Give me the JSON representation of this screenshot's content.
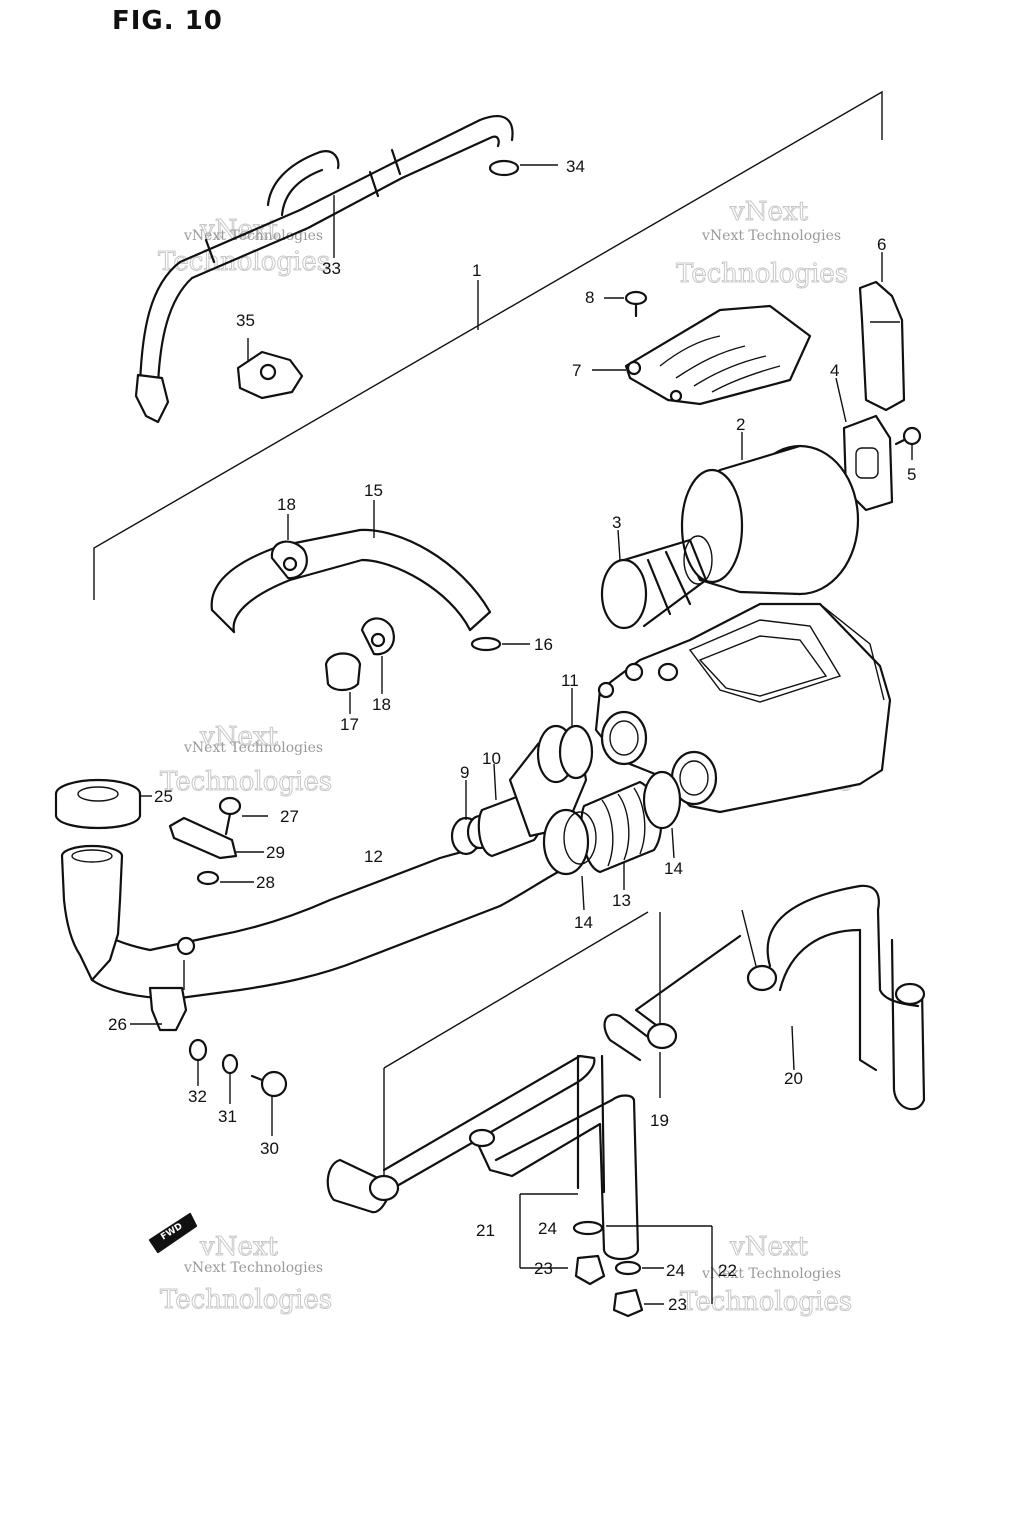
{
  "figure": {
    "title": "FIG. 10"
  },
  "watermark": {
    "line1": "vNext Technologies",
    "line2": "Technologies",
    "line3": "vNext"
  },
  "fwd_mark": "FWD",
  "callouts": [
    {
      "id": "c1",
      "label": "1"
    },
    {
      "id": "c2",
      "label": "2"
    },
    {
      "id": "c3",
      "label": "3"
    },
    {
      "id": "c4",
      "label": "4"
    },
    {
      "id": "c5",
      "label": "5"
    },
    {
      "id": "c6",
      "label": "6"
    },
    {
      "id": "c7",
      "label": "7"
    },
    {
      "id": "c8",
      "label": "8"
    },
    {
      "id": "c9",
      "label": "9"
    },
    {
      "id": "c10",
      "label": "10"
    },
    {
      "id": "c11",
      "label": "11"
    },
    {
      "id": "c12",
      "label": "12"
    },
    {
      "id": "c13",
      "label": "13"
    },
    {
      "id": "c14a",
      "label": "14"
    },
    {
      "id": "c14b",
      "label": "14"
    },
    {
      "id": "c15",
      "label": "15"
    },
    {
      "id": "c16",
      "label": "16"
    },
    {
      "id": "c17",
      "label": "17"
    },
    {
      "id": "c18a",
      "label": "18"
    },
    {
      "id": "c18b",
      "label": "18"
    },
    {
      "id": "c19",
      "label": "19"
    },
    {
      "id": "c20",
      "label": "20"
    },
    {
      "id": "c21",
      "label": "21"
    },
    {
      "id": "c22",
      "label": "22"
    },
    {
      "id": "c23a",
      "label": "23"
    },
    {
      "id": "c23b",
      "label": "23"
    },
    {
      "id": "c24a",
      "label": "24"
    },
    {
      "id": "c24b",
      "label": "24"
    },
    {
      "id": "c25",
      "label": "25"
    },
    {
      "id": "c26",
      "label": "26"
    },
    {
      "id": "c27",
      "label": "27"
    },
    {
      "id": "c28",
      "label": "28"
    },
    {
      "id": "c29",
      "label": "29"
    },
    {
      "id": "c30",
      "label": "30"
    },
    {
      "id": "c31",
      "label": "31"
    },
    {
      "id": "c32",
      "label": "32"
    },
    {
      "id": "c33",
      "label": "33"
    },
    {
      "id": "c34",
      "label": "34"
    },
    {
      "id": "c35",
      "label": "35"
    }
  ]
}
